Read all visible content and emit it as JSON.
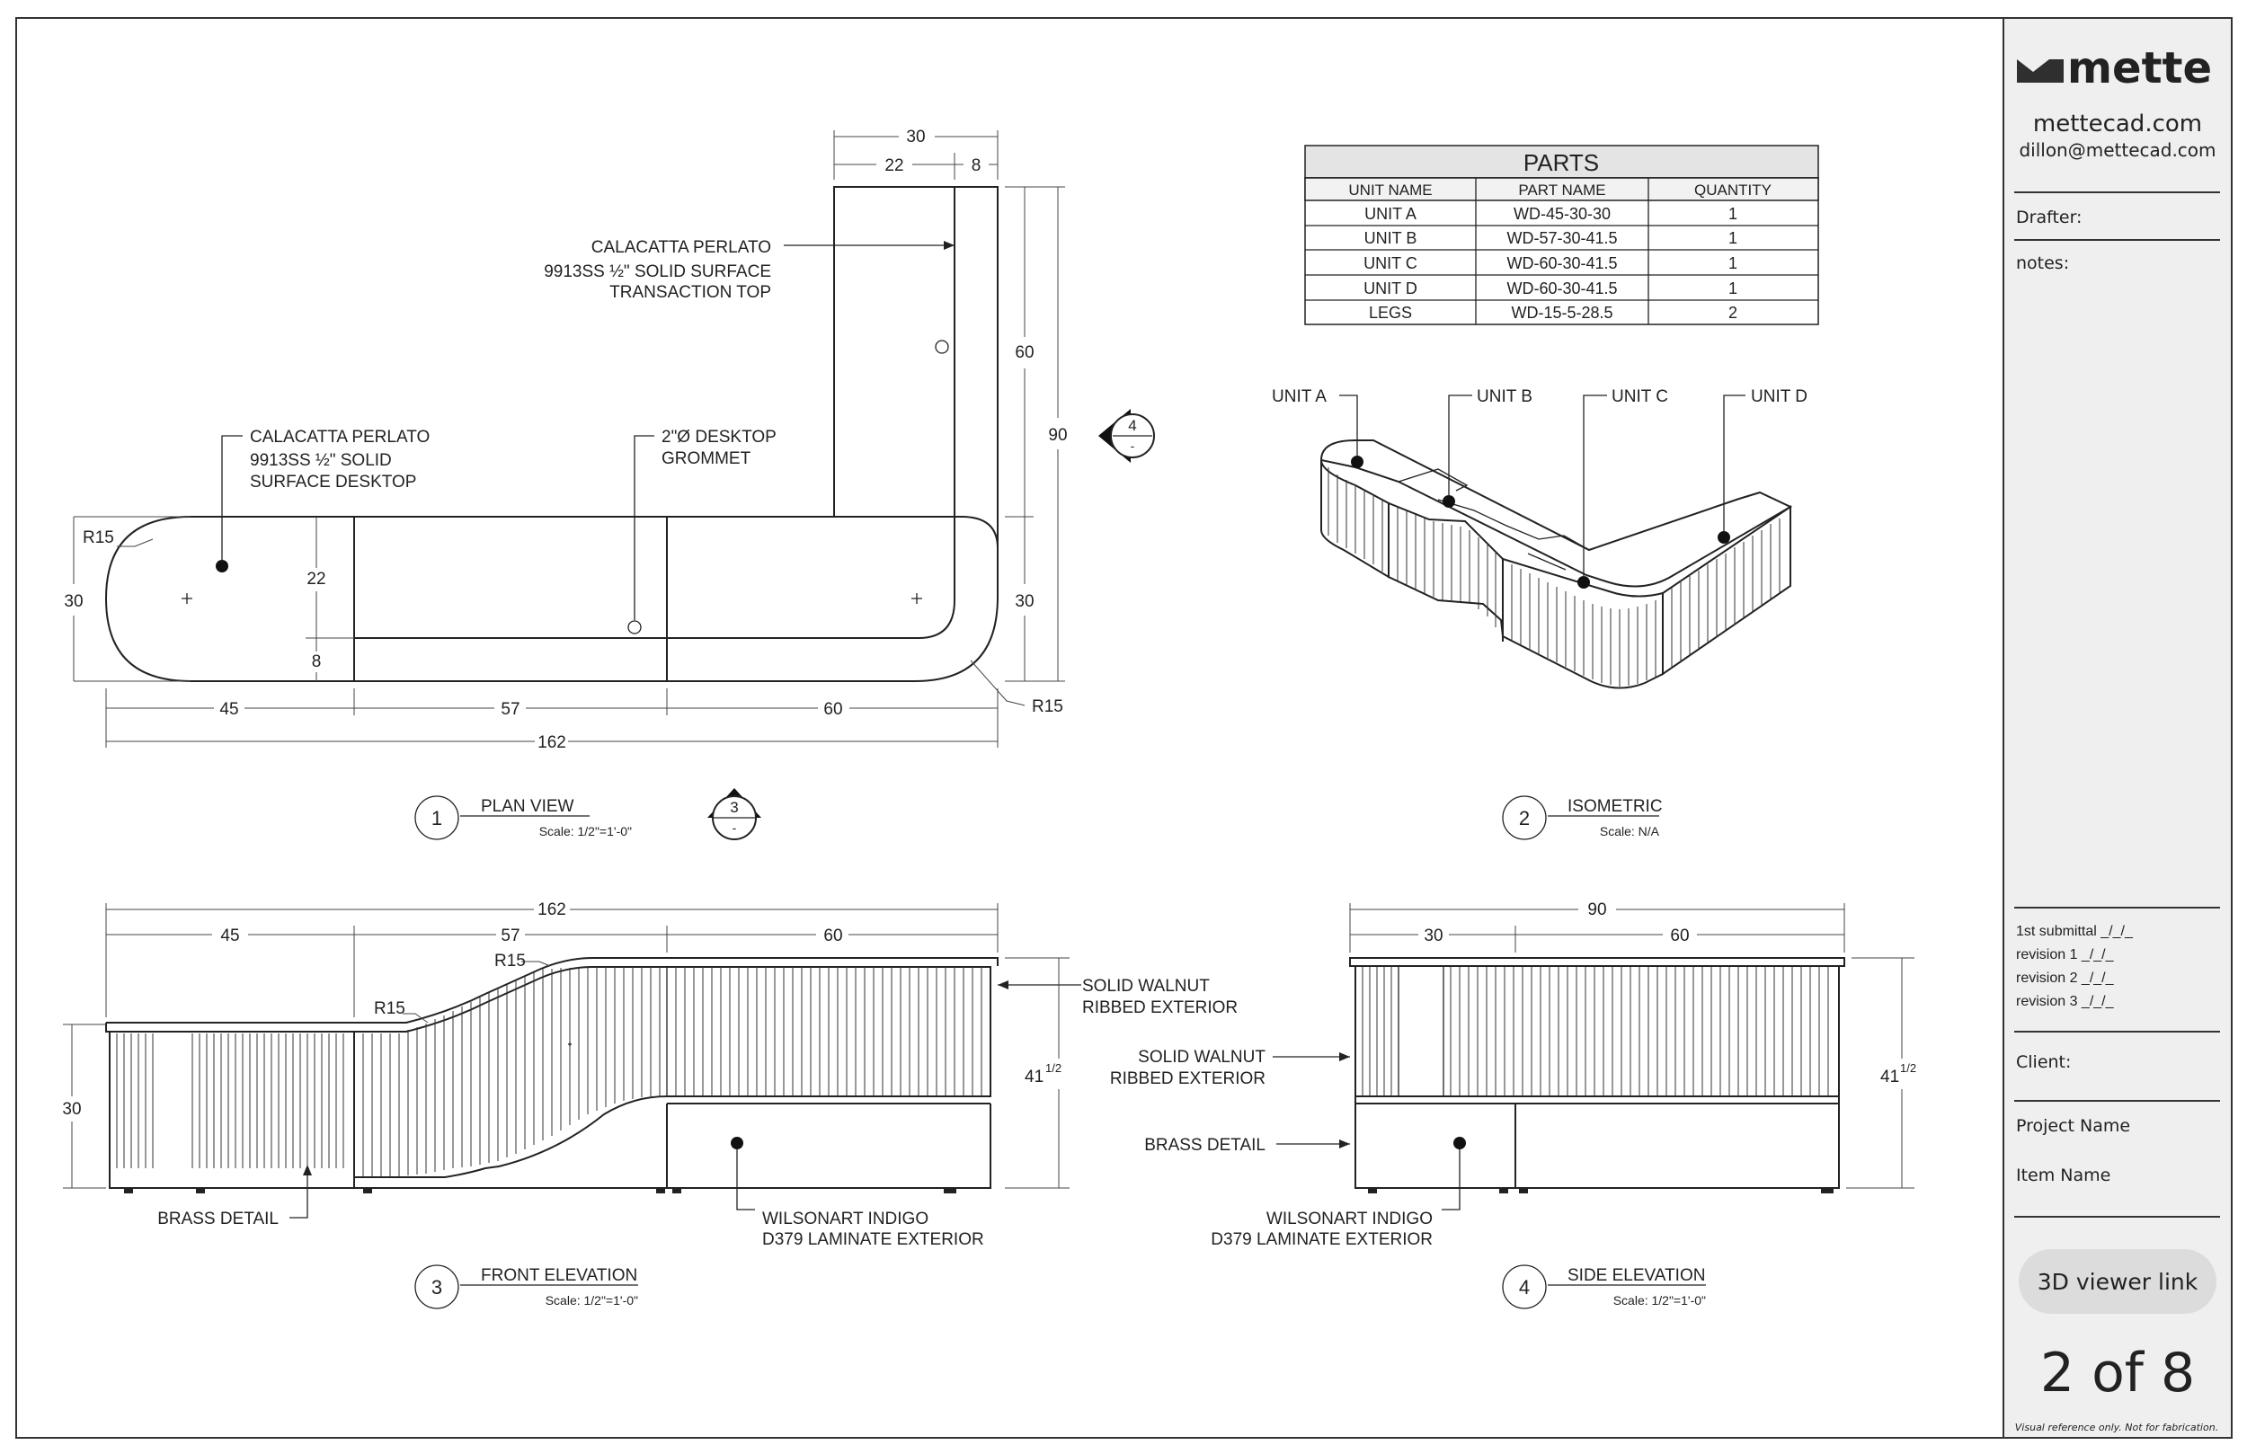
{
  "title_block": {
    "logo_text": "mette",
    "website": "mettecad.com",
    "email": "dillon@mettecad.com",
    "drafter_label": "Drafter:",
    "notes_label": "notes:",
    "revisions": [
      "1st submittal _/_/_",
      "revision 1 _/_/_",
      "revision 2 _/_/_",
      "revision 3 _/_/_"
    ],
    "client_label": "Client:",
    "project_label": "Project Name",
    "item_label": "Item Name",
    "viewer_button": "3D viewer link",
    "page_number": "2 of 8",
    "disclaimer": "Visual reference only. Not for fabrication."
  },
  "parts_table": {
    "title": "PARTS",
    "headers": [
      "UNIT NAME",
      "PART NAME",
      "QUANTITY"
    ],
    "rows": [
      [
        "UNIT A",
        "WD-45-30-30",
        "1"
      ],
      [
        "UNIT B",
        "WD-57-30-41.5",
        "1"
      ],
      [
        "UNIT C",
        "WD-60-30-41.5",
        "1"
      ],
      [
        "UNIT D",
        "WD-60-30-41.5",
        "1"
      ],
      [
        "LEGS",
        "WD-15-5-28.5",
        "2"
      ]
    ]
  },
  "views": {
    "plan": {
      "number": "1",
      "title": "PLAN VIEW",
      "scale": "Scale: 1/2\"=1'-0\""
    },
    "isometric": {
      "number": "2",
      "title": "ISOMETRIC",
      "scale": "Scale: N/A"
    },
    "front": {
      "number": "3",
      "title": "FRONT ELEVATION",
      "scale": "Scale: 1/2\"=1'-0\""
    },
    "side": {
      "number": "4",
      "title": "SIDE ELEVATION",
      "scale": "Scale: 1/2\"=1'-0\""
    }
  },
  "section_markers": {
    "side_marker": "4",
    "front_marker": "3",
    "dash": "-"
  },
  "plan_notes": {
    "transaction_top": [
      "CALACATTA PERLATO",
      "9913SS ½\" SOLID SURFACE",
      "TRANSACTION TOP"
    ],
    "desktop": [
      "CALACATTA PERLATO",
      "9913SS ½\" SOLID",
      "SURFACE DESKTOP"
    ],
    "grommet": [
      "2\"Ø DESKTOP",
      "GROMMET"
    ]
  },
  "plan_dims": {
    "top_30": "30",
    "top_22": "22",
    "top_8": "8",
    "right_60": "60",
    "right_90": "90",
    "right_30": "30",
    "left_30": "30",
    "left_22": "22",
    "left_8": "8",
    "r15_left": "R15",
    "r15_right": "R15",
    "bottom_45": "45",
    "bottom_57": "57",
    "bottom_60": "60",
    "bottom_162": "162"
  },
  "iso_labels": [
    "UNIT A",
    "UNIT B",
    "UNIT C",
    "UNIT D"
  ],
  "front_dims": {
    "total": "162",
    "d45": "45",
    "d57": "57",
    "d60": "60",
    "r15_top": "R15",
    "r15_low": "R15",
    "height_30": "30",
    "height_41": "41",
    "height_frac": "1/2"
  },
  "front_notes": {
    "walnut": [
      "SOLID WALNUT",
      "RIBBED EXTERIOR"
    ],
    "brass": "BRASS DETAIL",
    "laminate": [
      "WILSONART INDIGO",
      "D379 LAMINATE EXTERIOR"
    ]
  },
  "side_dims": {
    "total": "90",
    "d30": "30",
    "d60": "60",
    "height_41": "41",
    "height_frac": "1/2"
  },
  "side_notes": {
    "walnut": [
      "SOLID WALNUT",
      "RIBBED EXTERIOR"
    ],
    "brass": "BRASS DETAIL",
    "laminate": [
      "WILSONART INDIGO",
      "D379 LAMINATE EXTERIOR"
    ]
  }
}
